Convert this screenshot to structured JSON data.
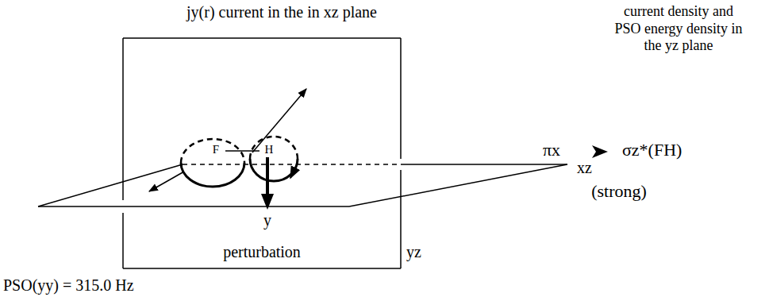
{
  "diagram": {
    "labels": [
      "jy(r) current in the in xz plane",
      "current density and PSO energy density in the yz plane",
      "xz",
      "F",
      "H",
      "y",
      "yz",
      "perturbation",
      "πx",
      "σz*(FH)",
      "(strong)",
      "PSO(yy) = 315.0 Hz"
    ]
  }
}
